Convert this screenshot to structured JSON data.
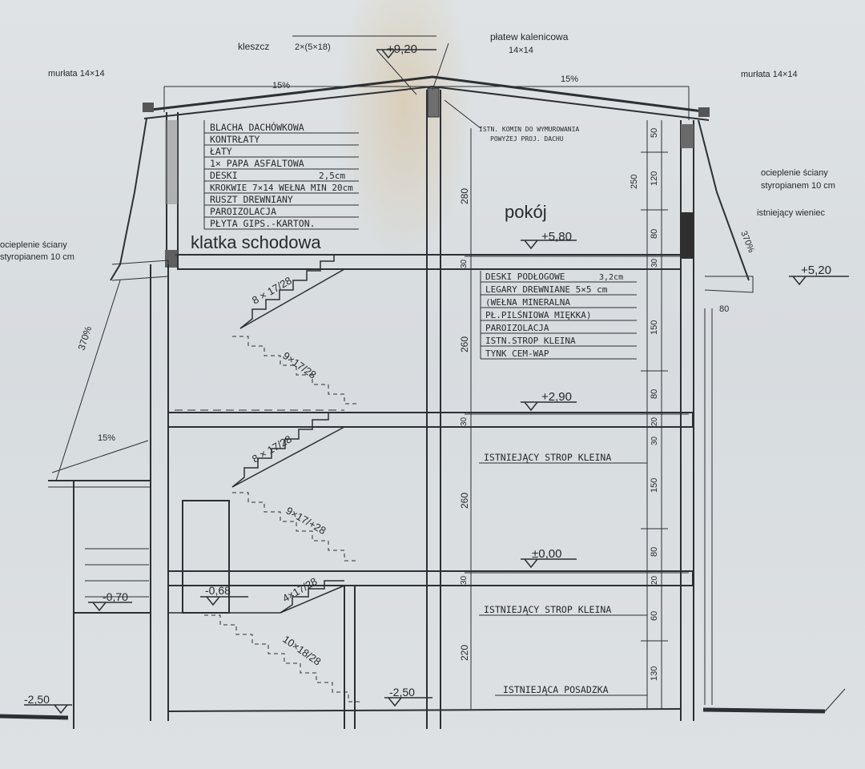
{
  "drawing": {
    "roof": {
      "collar_tie": "kleszcz",
      "collar_tie_size": "2×(5×18)",
      "ridge_level": "+9,20",
      "ridge_purlin": "płatew kalenicowa",
      "ridge_purlin_size": "14×14",
      "wall_plate_left": "murłata 14×14",
      "wall_plate_right": "murłata 14×14",
      "slope_left": "15%",
      "slope_right": "15%",
      "chimney_note_1": "ISTN. KOMIN DO WYMUROWANIA",
      "chimney_note_2": "POWYŻEJ PROJ. DACHU",
      "layers": [
        "BLACHA DACHÓWKOWA",
        "KONTRŁATY",
        "ŁATY",
        "1× PAPA ASFALTOWA",
        "DESKI",
        "KROKWIE 7×14 WEŁNA MIN 20cm",
        "RUSZT DREWNIANY",
        "PAROIZOLACJA",
        "PŁYTA GIPS.-KARTON."
      ],
      "deski_thickness": "2,5cm"
    },
    "rooms": {
      "attic": "pokój",
      "stair": "klatka schodowa"
    },
    "levels": {
      "l580": "+5,80",
      "l290": "+2,90",
      "l000": "±0,00",
      "l520": "+5,20",
      "lm070": "-0,70",
      "lm068": "-0,68",
      "lm250a": "-2,50",
      "lm250b": "-2,50"
    },
    "insulation": {
      "left_1": "ocieplenie ściany",
      "left_2": "styropianem 10 cm",
      "right_1": "ocieplenie ściany",
      "right_2": "styropianem 10 cm",
      "ring_beam": "istniejący wieniec"
    },
    "floor_layers": [
      "DESKI PODŁOGOWE",
      "LEGARY DREWNIANE 5×5 cm",
      "(WEŁNA MINERALNA",
      "PŁ.PILŚNIOWA MIĘKKA)",
      "PAROIZOLACJA",
      "ISTN.STROP KLEINA",
      "TYNK CEM-WAP"
    ],
    "floor_board_thickness": "3,2cm",
    "slabs": {
      "kleina_1": "ISTNIEJĄCY STROP KLEINA",
      "kleina_2": "ISTNIEJĄCY STROP KLEINA",
      "posadzka": "ISTNIEJĄCA POSADZKA"
    },
    "stairs": {
      "f1": "8 × 17/28",
      "f2": "9×17/28",
      "f3": "8 × 17/28",
      "f4": "9×17/+28",
      "f5": "4×17/28",
      "f6": "10×18/28"
    },
    "dimensions": {
      "left_col": [
        "280",
        "260",
        "260",
        "220"
      ],
      "right_col": [
        "50",
        "120",
        "80",
        "30",
        "150",
        "80",
        "20",
        "30",
        "150",
        "80",
        "20",
        "60",
        "130"
      ],
      "top_250": "250",
      "mid_30_a": "30",
      "mid_30_b": "30",
      "mid_30_c": "30",
      "eave_80": "80",
      "slope_370_left": "370%",
      "slope_370_right": "370%",
      "canopy_slope": "15%"
    }
  }
}
